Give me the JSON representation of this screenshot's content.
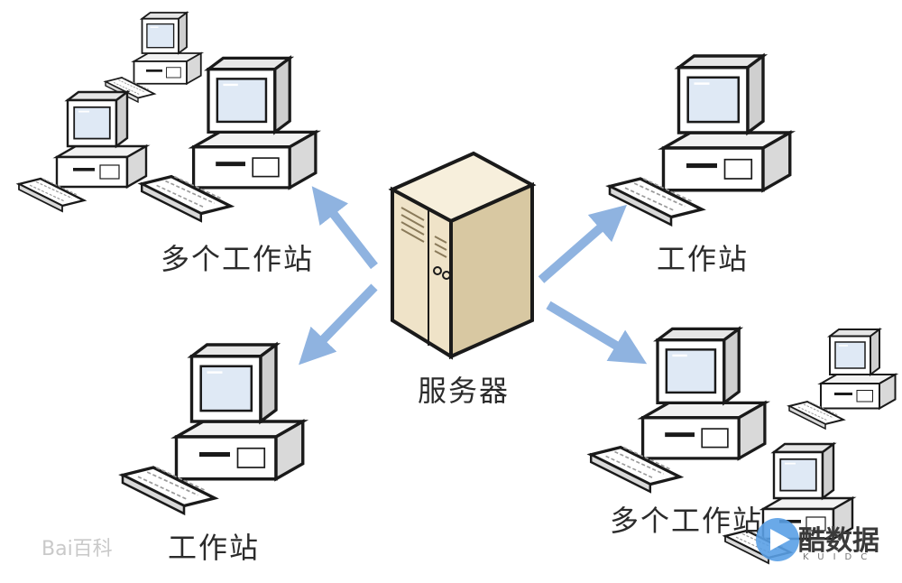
{
  "labels": {
    "workstations_top_left": "多个工作站",
    "workstation_top_right": "工作站",
    "server": "服务器",
    "workstation_bottom_left": "工作站",
    "workstations_bottom_right": "多个工作站"
  },
  "watermarks": {
    "baidu": "Bai百科",
    "logo_text": "酷数据",
    "logo_sub": "KUIDC"
  },
  "colors": {
    "arrow": "#8fb3e0",
    "server_body": "#efe3c8",
    "server_shade": "#d8c8a2",
    "computer_body": "#ffffff",
    "outline": "#1a1a1a",
    "screen": "#dfe9f5"
  }
}
